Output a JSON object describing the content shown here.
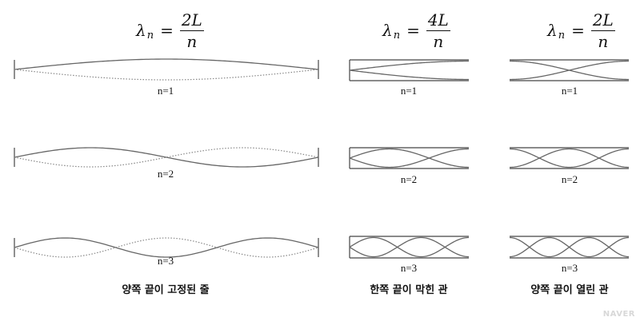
{
  "formulas": [
    {
      "symbol": "λ",
      "subscript": "n",
      "equals": "=",
      "numerator": "2L",
      "denominator": "n"
    },
    {
      "symbol": "λ",
      "subscript": "n",
      "equals": "=",
      "numerator": "4L",
      "denominator": "n"
    },
    {
      "symbol": "λ",
      "subscript": "n",
      "equals": "=",
      "numerator": "2L",
      "denominator": "n"
    }
  ],
  "mode_labels": [
    "n=1",
    "n=2",
    "n=3"
  ],
  "captions": [
    "양쪽 끝이 고정된 줄",
    "한쪽 끝이 막힌 관",
    "양쪽 끝이 열린 관"
  ],
  "watermark": "NAVER",
  "diagram_modes": {
    "string_fixed_both": {
      "half_wavelengths": [
        1,
        2,
        3
      ]
    },
    "pipe_closed_one": {
      "quarter_wavelengths": [
        1,
        2,
        3
      ]
    },
    "pipe_open_both": {
      "half_wavelengths": [
        1,
        2,
        3
      ]
    }
  }
}
